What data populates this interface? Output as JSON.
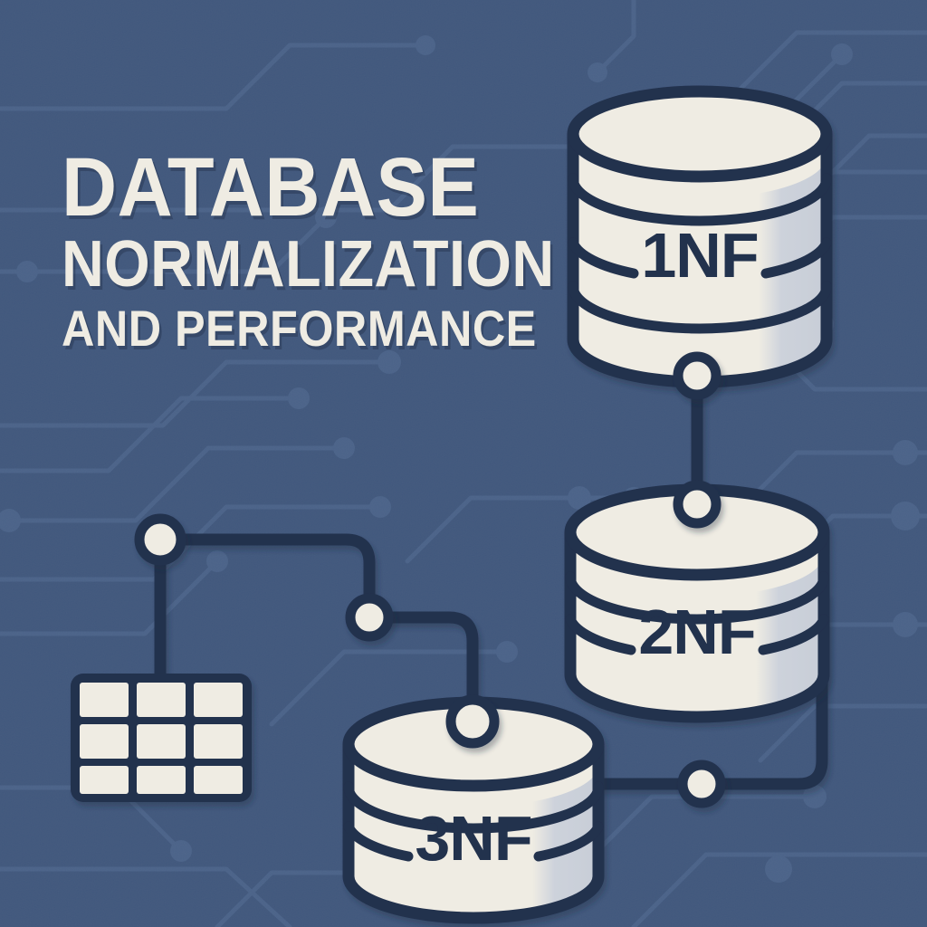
{
  "poster": {
    "title_lines": [
      "DATABASE",
      "NORMALIZATION",
      "AND PERFORMANCE"
    ],
    "background_color": "#41587d",
    "circuit_trace_color": "#4c6party",
    "ink_color": "#22304d",
    "cream_color": "#efece3",
    "shade_color": "#ced3dc"
  },
  "diagram": {
    "nodes": [
      {
        "id": "cyl-1nf",
        "label": "1NF",
        "shape": "cylinder"
      },
      {
        "id": "cyl-2nf",
        "label": "2NF",
        "shape": "cylinder"
      },
      {
        "id": "cyl-3nf",
        "label": "3NF",
        "shape": "cylinder"
      },
      {
        "id": "table-icon",
        "label": "",
        "shape": "table-grid"
      }
    ],
    "connector_nodes": [
      {
        "id": "node-1nf-bottom"
      },
      {
        "id": "node-2nf-top"
      },
      {
        "id": "node-3nf-top"
      },
      {
        "id": "node-junction-right"
      },
      {
        "id": "node-junction-mid"
      },
      {
        "id": "node-table-top"
      }
    ],
    "table_grid": {
      "rows": 3,
      "cols": 3
    }
  }
}
